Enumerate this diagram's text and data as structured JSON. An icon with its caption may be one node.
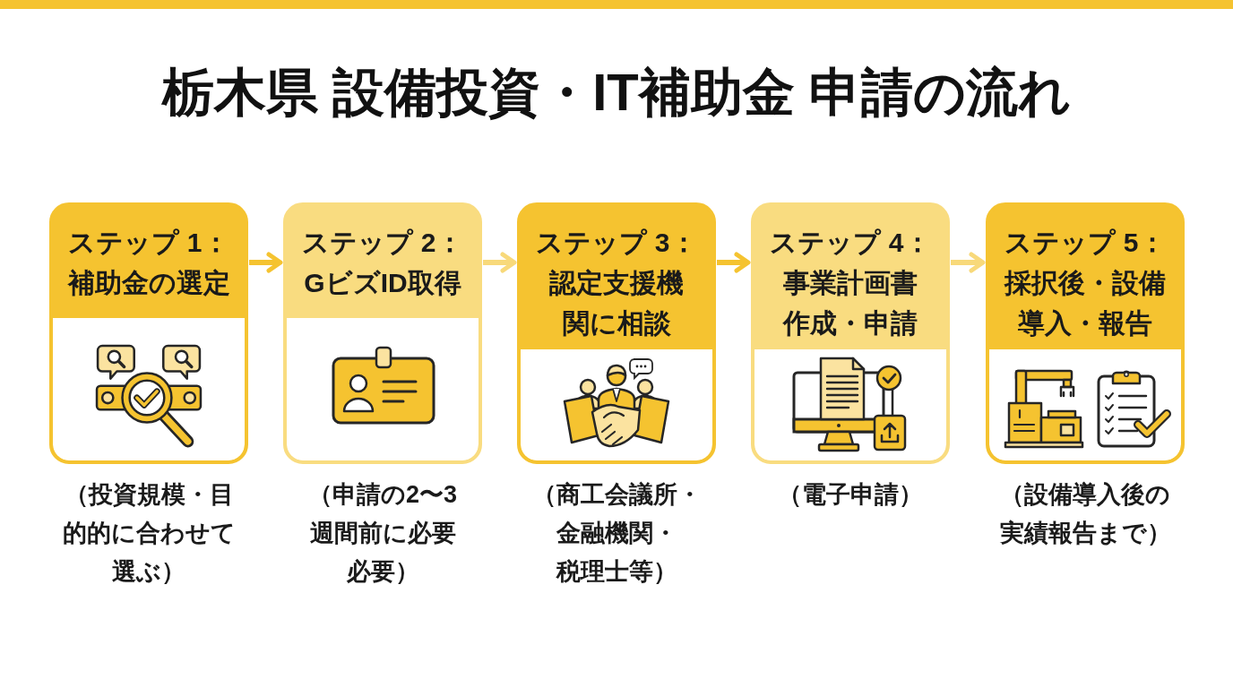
{
  "diagram": {
    "title": "栃木県 設備投資・IT補助金 申請の流れ",
    "nodes": [
      {
        "text": [
          "ステップ 1：",
          "補助金の選定"
        ],
        "beside": [
          "（投資規模・目的的に合わせて選ぶ）"
        ]
      },
      {
        "text": [
          "ステップ 2：",
          "GビズID取得"
        ],
        "beside": [
          "（申請の2〜3週間前に必要必要）"
        ]
      },
      {
        "text": [
          "ステップ 3：",
          "認定支援機関に相談"
        ],
        "beside": [
          "（商工会議所・金融機関・税理士等）"
        ]
      },
      {
        "text": [
          "ステップ 4：",
          "事業計画書作成・申請"
        ],
        "beside": [
          "（電子申請）"
        ]
      },
      {
        "text": [
          "ステップ 5：",
          "採択後・設備導入・報告"
        ],
        "beside": [
          "（設備導入後の実績報告まで）"
        ]
      }
    ],
    "edges": [
      {
        "from": 0,
        "to": 1,
        "arrow": "to"
      },
      {
        "from": 1,
        "to": 2,
        "arrow": "to",
        "color": "#f8d97a"
      },
      {
        "from": 2,
        "to": 3,
        "arrow": "to"
      },
      {
        "from": 3,
        "to": 4,
        "arrow": "to",
        "color": "#f8d97a"
      }
    ]
  }
}
